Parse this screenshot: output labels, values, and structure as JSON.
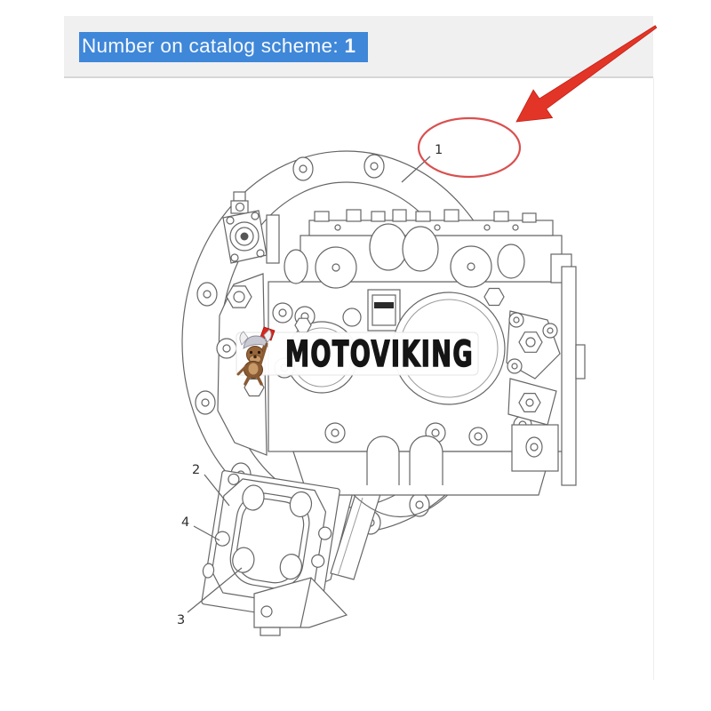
{
  "header": {
    "label": "Number on catalog scheme:",
    "value": "1",
    "highlight_color": "#3f87d8",
    "bar_color": "#f0f0f1"
  },
  "watermark": {
    "text": "MOTOVIKING",
    "mascot": "viking-dog-with-axe"
  },
  "annotations": {
    "circled_part": "1",
    "ellipse_color": "#d95050",
    "arrow_color": "#e23528"
  },
  "diagram": {
    "description": "hydraulic main pump exploded-view line drawing",
    "part_labels": {
      "p1": "1",
      "p2": "2",
      "p3": "3",
      "p4": "4"
    }
  }
}
